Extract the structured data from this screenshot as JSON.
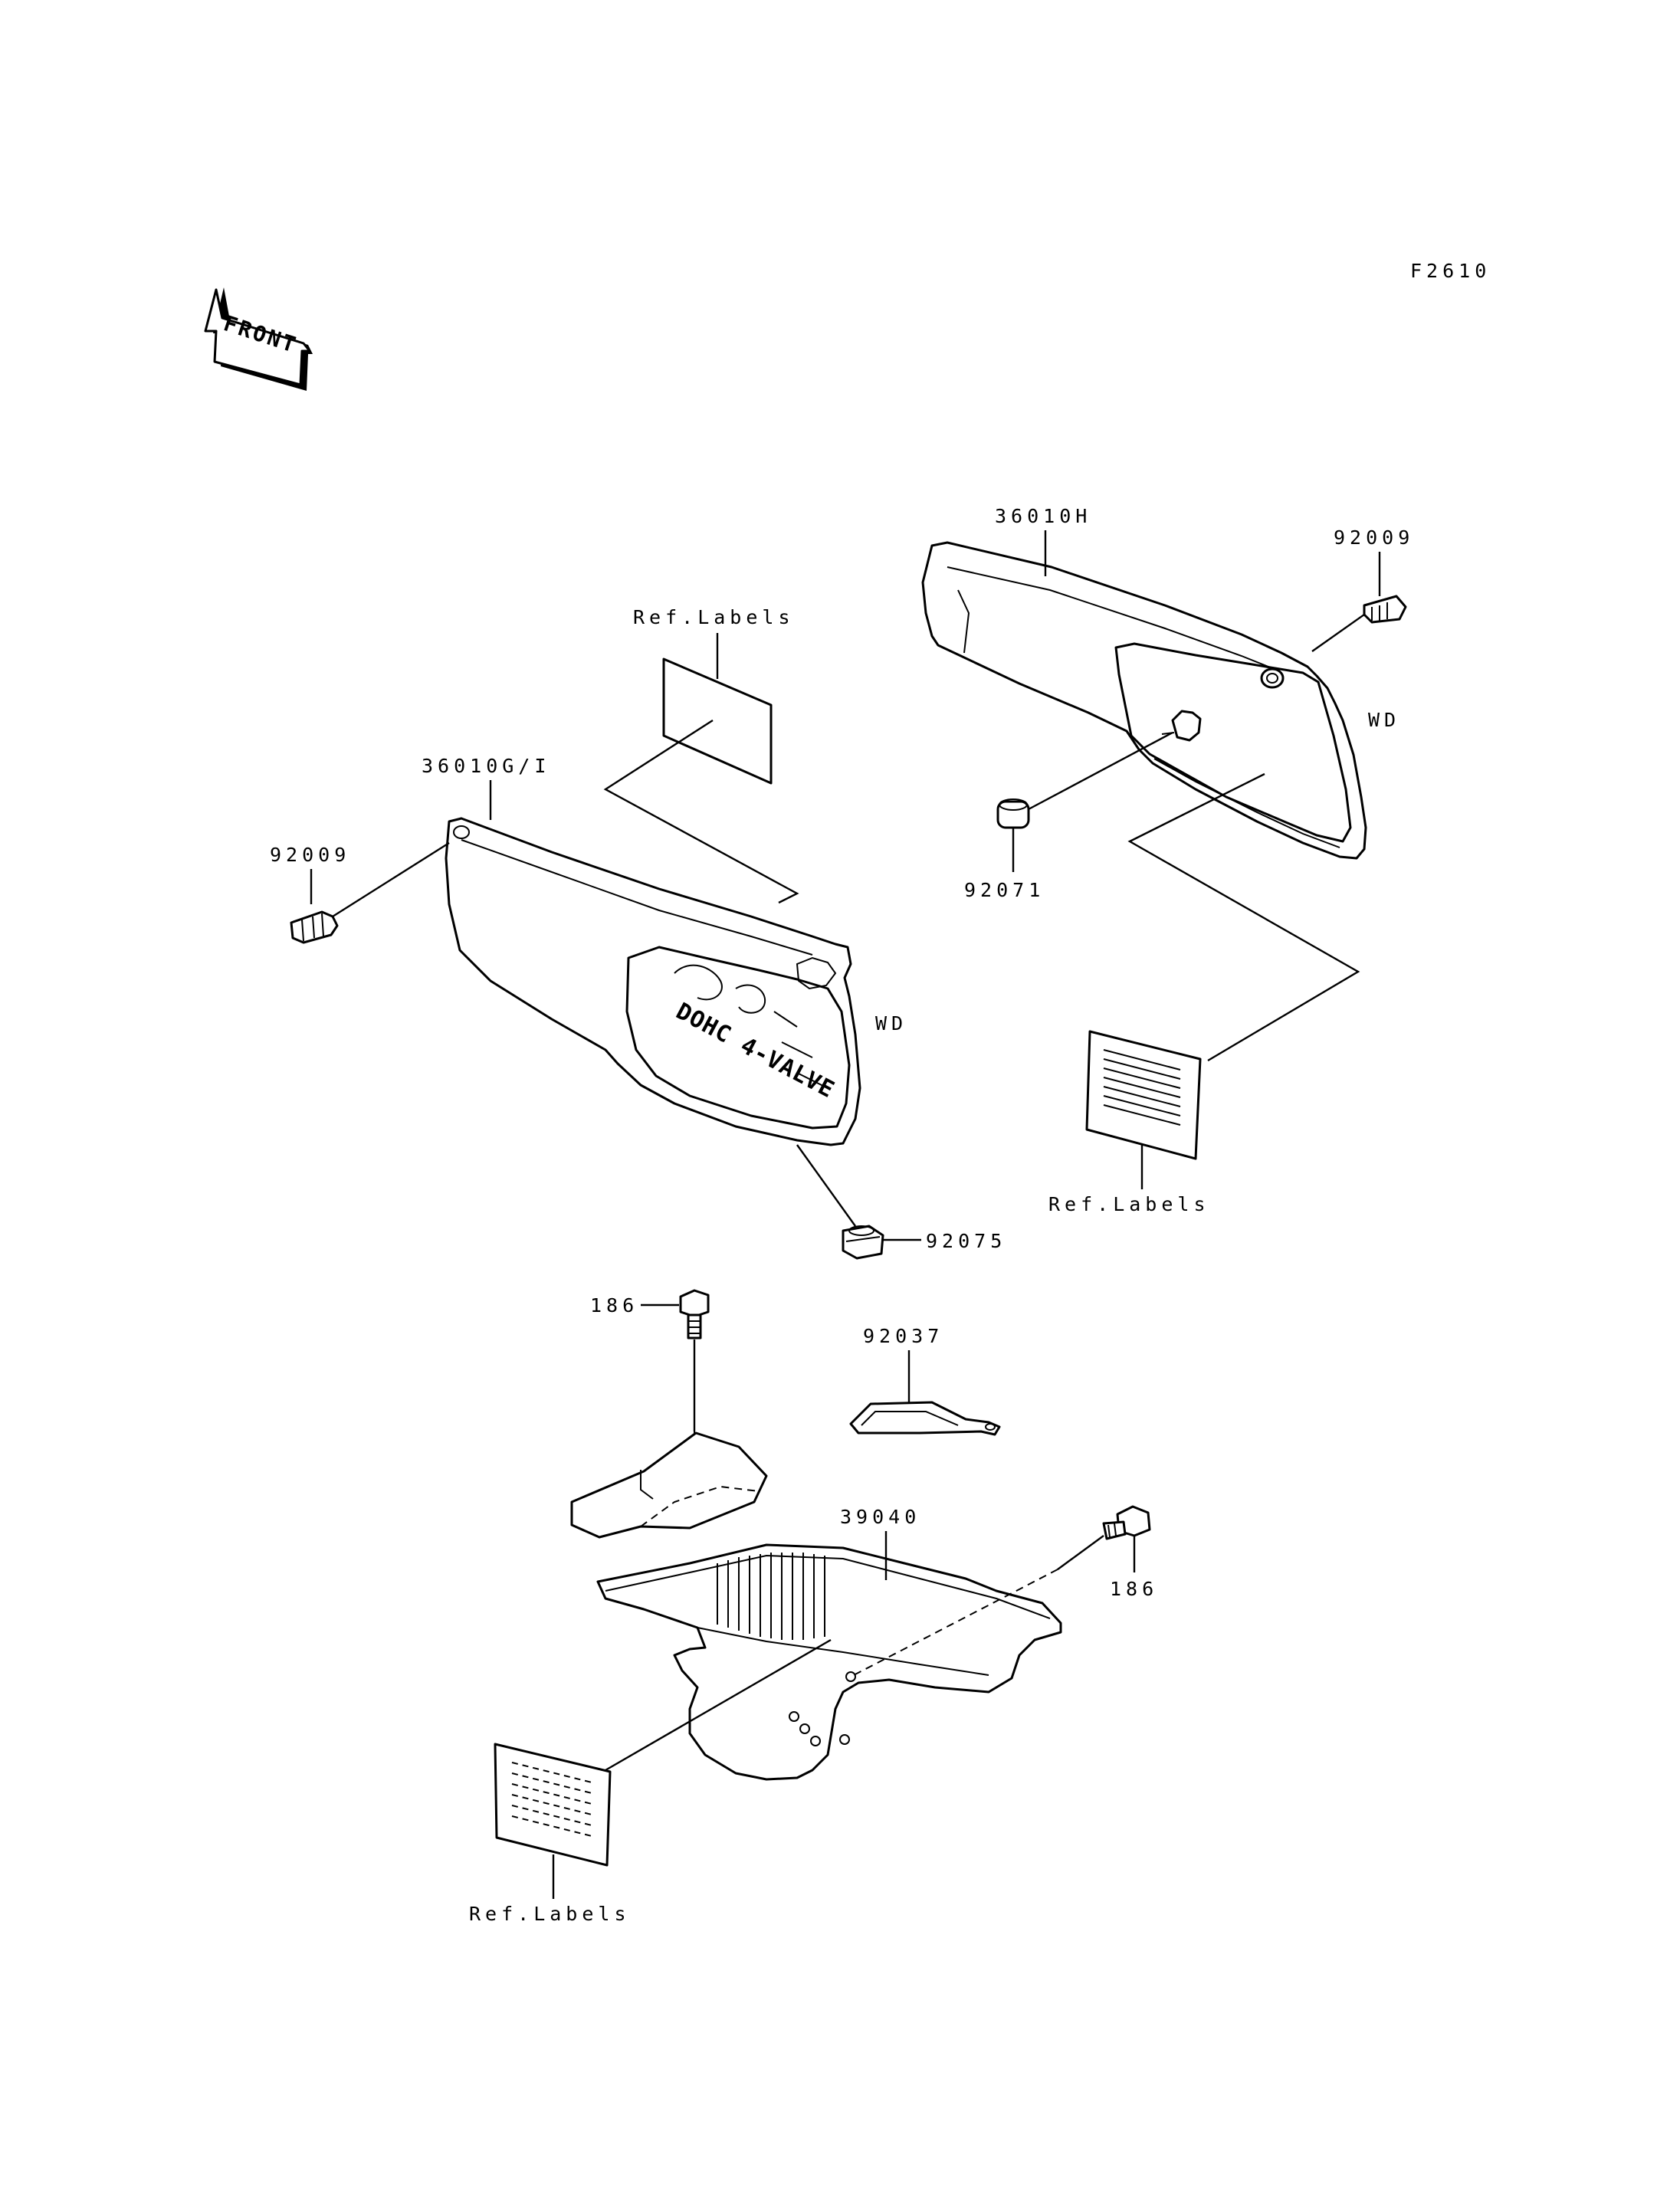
{
  "figure_code": "F2610",
  "front_label": "FRONT",
  "wd_mark": "WD",
  "logo_text": "DOHC 4-VALVE",
  "callouts": {
    "label_36010gi": "36010G/I",
    "label_36010h": "36010H",
    "label_92009_left": "92009",
    "label_92009_right": "92009",
    "label_92071": "92071",
    "label_92075": "92075",
    "label_186_top": "186",
    "label_186_right": "186",
    "label_92037": "92037",
    "label_39040": "39040",
    "ref_labels_top": "Ref.Labels",
    "ref_labels_right": "Ref.Labels",
    "ref_labels_bottom": "Ref.Labels"
  }
}
